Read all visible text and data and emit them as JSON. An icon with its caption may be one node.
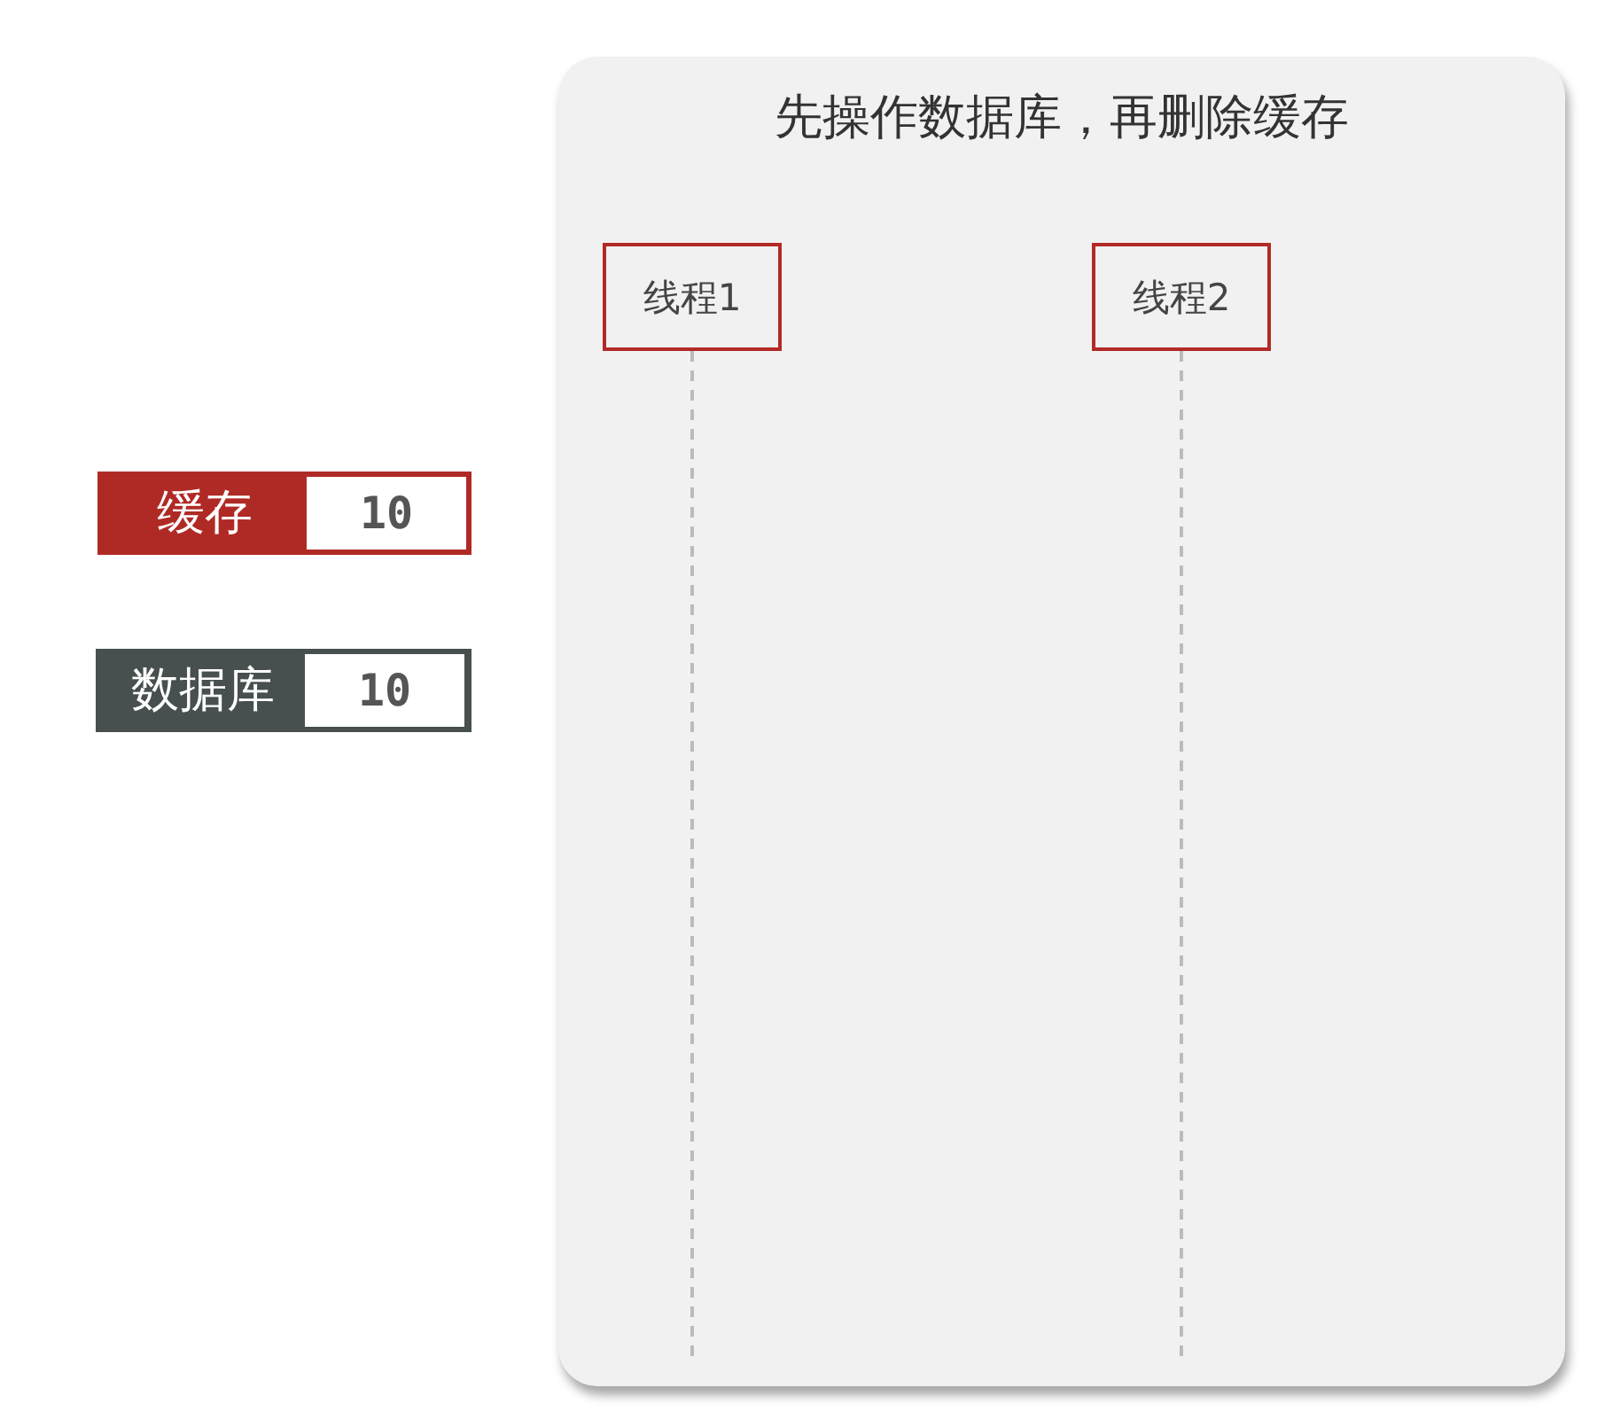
{
  "diagram": {
    "nodes": [
      {
        "text": [
          "先操作数据库，再删除缓存"
        ]
      },
      {
        "text": [
          "线程1"
        ],
        "in": 0
      },
      {
        "text": [
          "线程2"
        ],
        "in": 0
      },
      {
        "text": [
          "缓存",
          "10"
        ]
      },
      {
        "text": [
          "数据库",
          "10"
        ]
      }
    ],
    "edges": [
      {
        "from": 1,
        "to": null,
        "arrow": "none",
        "style": "dashed"
      },
      {
        "from": 2,
        "to": null,
        "arrow": "none",
        "style": "dashed"
      }
    ]
  }
}
